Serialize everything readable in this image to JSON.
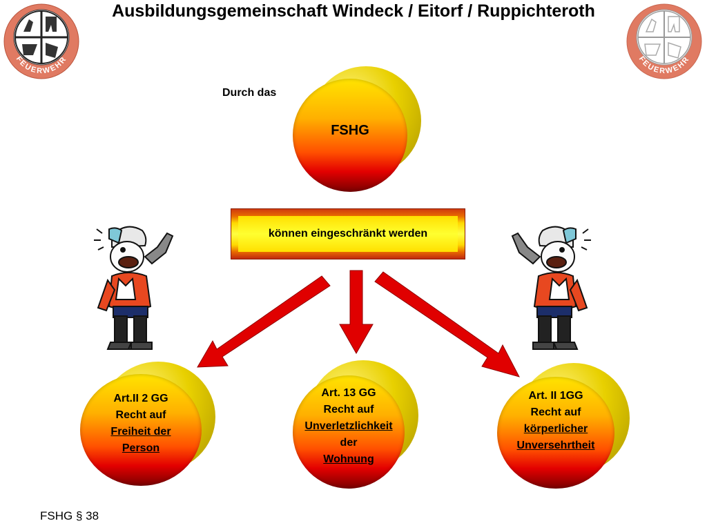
{
  "header": {
    "title": "Ausbildungsgemeinschaft Windeck / Eitorf / Ruppichteroth",
    "logo_text": "FEUERWEHR"
  },
  "top": {
    "note": "Durch das",
    "circle_label": "FSHG"
  },
  "banner": {
    "text": "können eingeschränkt werden"
  },
  "circles": [
    {
      "line1": "Art.II 2 GG",
      "line2": "Recht auf",
      "line3": "Freiheit der",
      "line4": "Person",
      "line5": ""
    },
    {
      "line1": "Art. 13 GG",
      "line2": "Recht auf",
      "line3": "Unverletzlichkeit",
      "line4": "der",
      "line5": "Wohnung"
    },
    {
      "line1": "Art. II 1GG",
      "line2": "Recht auf",
      "line3": "körperlicher",
      "line4": "Unversehrtheit",
      "line5": ""
    }
  ],
  "footer": {
    "text": "FSHG § 38"
  },
  "colors": {
    "arrow": "#e00000",
    "logo_ring": "#e07a62"
  }
}
